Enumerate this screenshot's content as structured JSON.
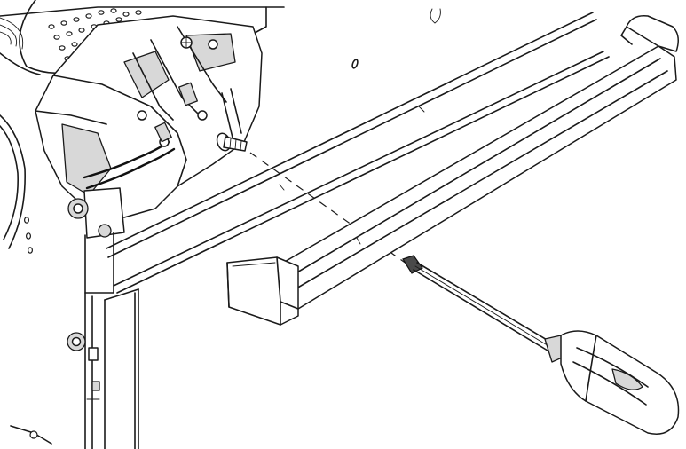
{
  "diagram": {
    "type": "exploded-assembly-illustration",
    "style": "monochrome-line-art",
    "colors": {
      "line": "#1a1a1a",
      "background": "#ffffff",
      "shade": "#d8d8d8",
      "dark": "#4a4a4a"
    },
    "parts": [
      "appliance-top-panel",
      "hinge-mechanism",
      "door-frame",
      "trim-bar",
      "end-cap",
      "screw",
      "screwdriver"
    ]
  }
}
